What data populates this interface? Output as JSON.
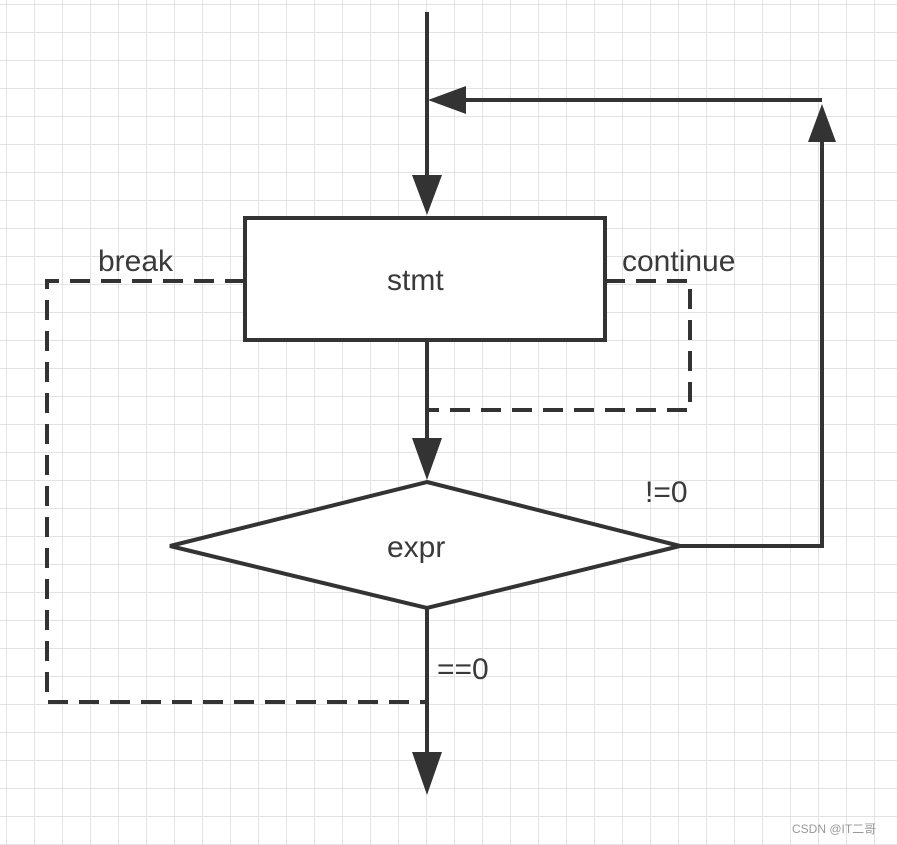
{
  "nodes": {
    "stmt": "stmt",
    "expr": "expr"
  },
  "edges": {
    "break": "break",
    "continue": "continue",
    "not_zero": "!=0",
    "equals_zero": "==0"
  },
  "watermark": "CSDN @IT二哥",
  "colors": {
    "stroke": "#333333",
    "text": "#3a3a3a",
    "grid": "#e3e3e3"
  }
}
